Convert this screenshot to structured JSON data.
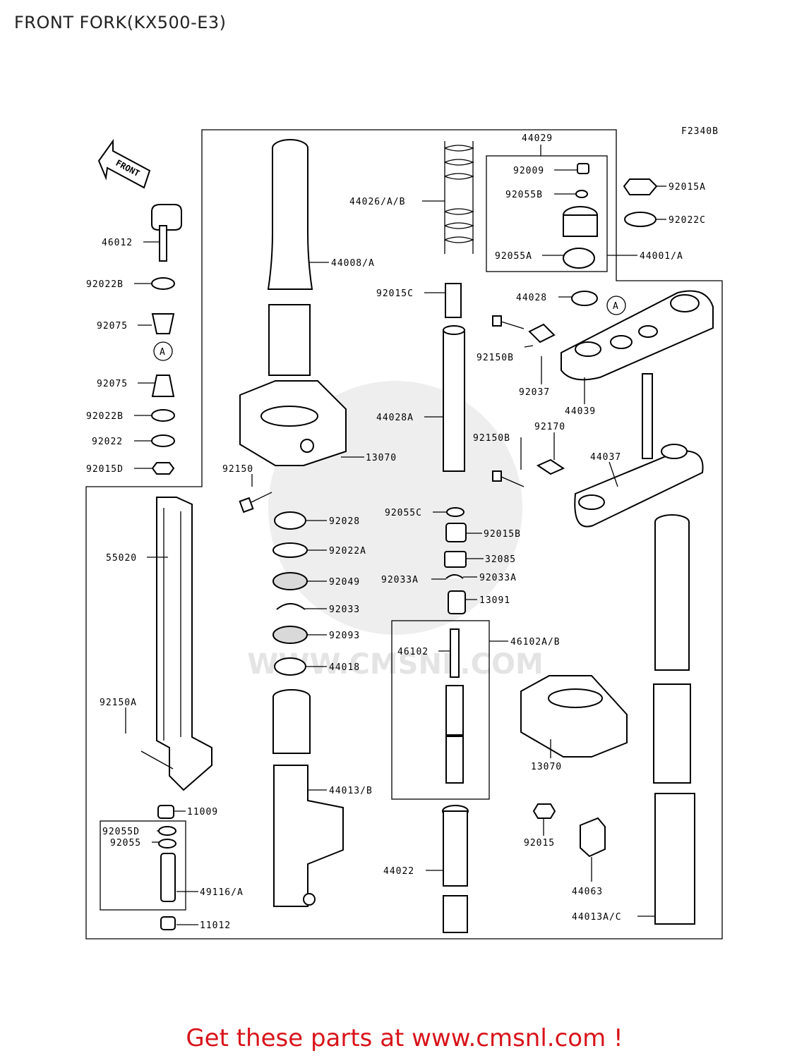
{
  "title": "FRONT FORK(KX500-E3)",
  "diagram_code": "F2340B",
  "front_arrow": "FRONT",
  "callout_a": "A",
  "watermark": "WWW.CMSNL.COM",
  "footer_cta": "Get these parts at www.cmsnl.com !",
  "colors": {
    "cta": "#d8141b",
    "line": "#000000",
    "watermark": "#cfcfcf"
  },
  "labels": {
    "p46012": "46012",
    "p92022B_1": "92022B",
    "p92075_1": "92075",
    "p92075_2": "92075",
    "p92022B_2": "92022B",
    "p92022": "92022",
    "p92015D": "92015D",
    "p55020": "55020",
    "p92150A": "92150A",
    "p11009": "11009",
    "p92055D": "92055D",
    "p92055": "92055",
    "p49116": "49116/A",
    "p11012": "11012",
    "p44008": "44008/A",
    "p13070_1": "13070",
    "p92150": "92150",
    "p92028": "92028",
    "p92022A": "92022A",
    "p92049": "92049",
    "p92033": "92033",
    "p92093": "92093",
    "p44018": "44018",
    "p44013B": "44013/B",
    "p44026": "44026/A/B",
    "p92015C": "92015C",
    "p44028A": "44028A",
    "p92055C": "92055C",
    "p92015B": "92015B",
    "p32085": "32085",
    "p92033A_1": "92033A",
    "p92033A_2": "92033A",
    "p13091": "13091",
    "p46102": "46102",
    "p46102AB": "46102A/B",
    "p44022": "44022",
    "p44029": "44029",
    "p92009": "92009",
    "p92055B": "92055B",
    "p92055A": "92055A",
    "p44001": "44001/A",
    "p92015A": "92015A",
    "p92022C": "92022C",
    "p44028": "44028",
    "p92150B_1": "92150B",
    "p92037": "92037",
    "p44039": "44039",
    "p92150B_2": "92150B",
    "p92170": "92170",
    "p44037": "44037",
    "p13070_2": "13070",
    "p92015": "92015",
    "p44063": "44063",
    "p44013AC": "44013A/C"
  }
}
